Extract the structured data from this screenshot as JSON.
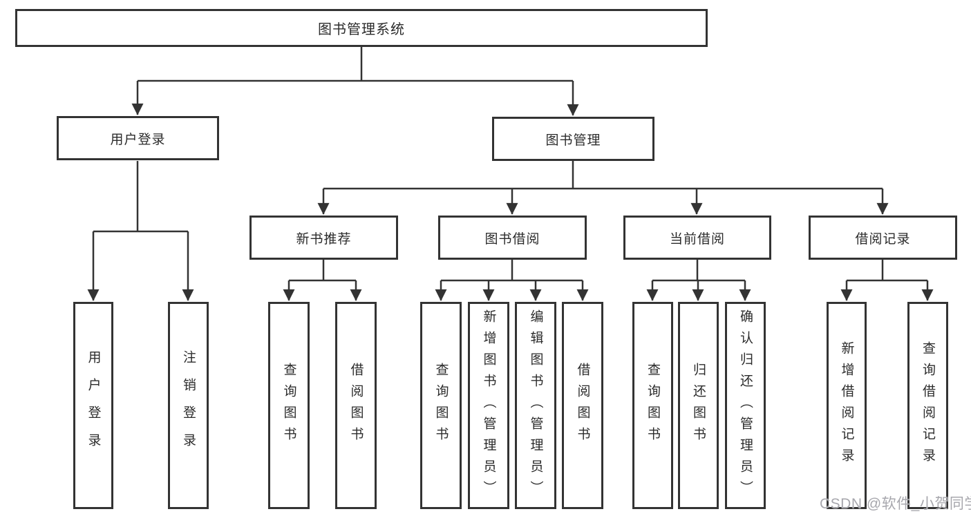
{
  "tree": {
    "root": "图书管理系统",
    "branches": [
      {
        "label": "用户登录",
        "children": [
          "用户登录",
          "注销登录"
        ]
      },
      {
        "label": "图书管理",
        "groups": [
          {
            "label": "新书推荐",
            "children": [
              "查询图书",
              "借阅图书"
            ]
          },
          {
            "label": "图书借阅",
            "children": [
              "查询图书",
              "新增图书（管理员）",
              "编辑图书（管理员）",
              "借阅图书"
            ]
          },
          {
            "label": "当前借阅",
            "children": [
              "查询图书",
              "归还图书",
              "确认归还（管理员）"
            ]
          },
          {
            "label": "借阅记录",
            "children": [
              "新增借阅记录",
              "查询借阅记录"
            ]
          }
        ]
      }
    ]
  },
  "watermark": {
    "text": "CSDN @软件_小贺同学"
  },
  "colors": {
    "line": "#333333",
    "text": "#2b2b2b",
    "watermark": "#a7a7ad",
    "background": "#ffffff"
  }
}
